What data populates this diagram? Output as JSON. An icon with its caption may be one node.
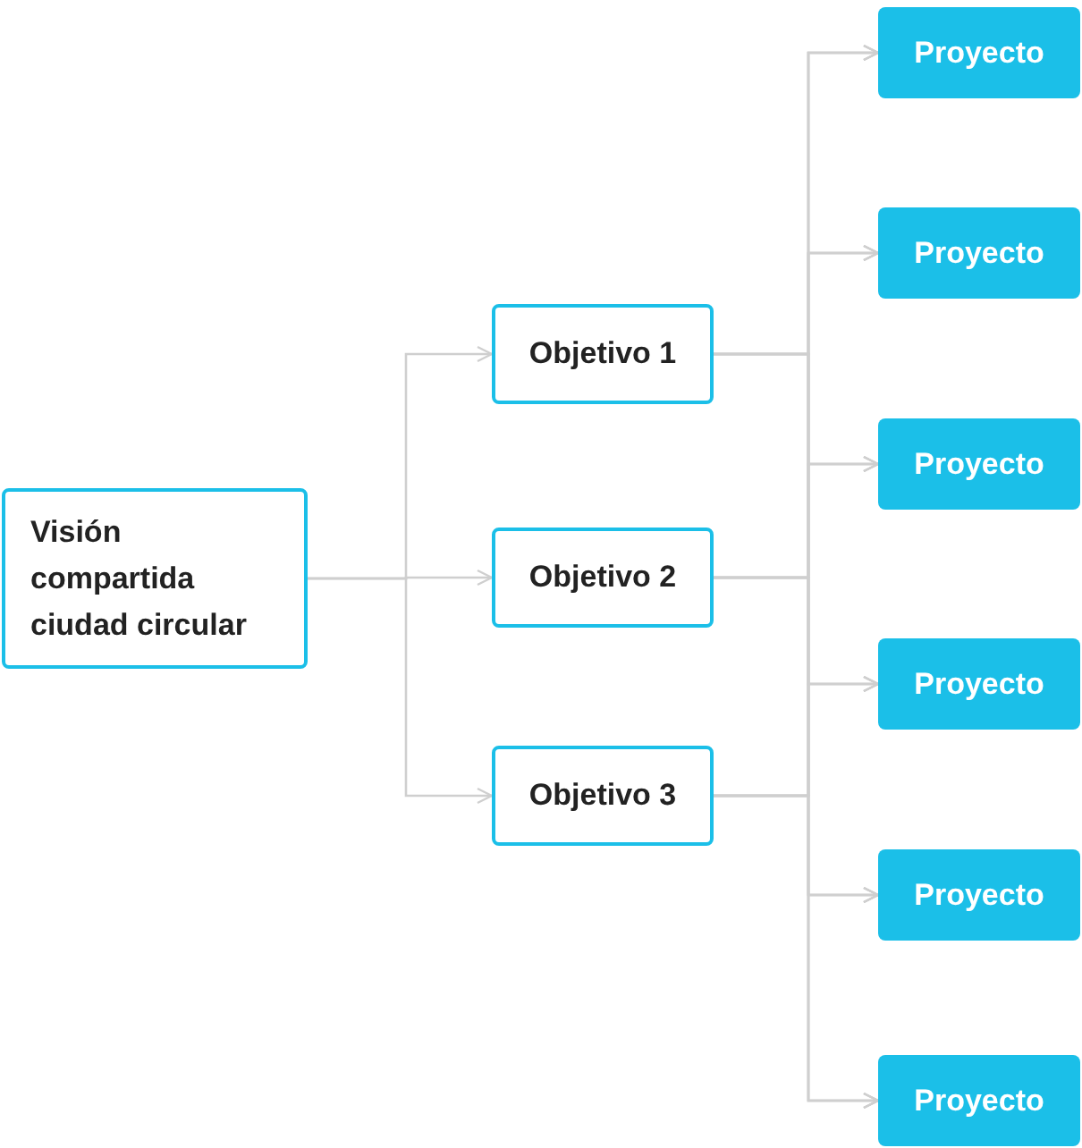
{
  "diagram": {
    "nodes": [
      {
        "text": [
          "Visión compartida ciudad circular"
        ]
      },
      {
        "text": [
          "Objetivo 1"
        ]
      },
      {
        "text": [
          "Objetivo 2"
        ]
      },
      {
        "text": [
          "Objetivo 3"
        ]
      },
      {
        "text": [
          "Proyecto"
        ]
      },
      {
        "text": [
          "Proyecto"
        ]
      },
      {
        "text": [
          "Proyecto"
        ]
      },
      {
        "text": [
          "Proyecto"
        ]
      },
      {
        "text": [
          "Proyecto"
        ]
      },
      {
        "text": [
          "Proyecto"
        ]
      }
    ],
    "edges": [
      {
        "from": 0,
        "to": 1,
        "arrow": "to"
      },
      {
        "from": 0,
        "to": 2,
        "arrow": "to"
      },
      {
        "from": 0,
        "to": 3,
        "arrow": "to"
      },
      {
        "from": 1,
        "to": 4,
        "arrow": "to"
      },
      {
        "from": 1,
        "to": 5,
        "arrow": "to"
      },
      {
        "from": 1,
        "to": 6,
        "arrow": "to"
      },
      {
        "from": 1,
        "to": 7,
        "arrow": "to"
      },
      {
        "from": 1,
        "to": 8,
        "arrow": "to"
      },
      {
        "from": 1,
        "to": 9,
        "arrow": "to"
      },
      {
        "from": 2,
        "to": 4,
        "arrow": "to"
      },
      {
        "from": 2,
        "to": 5,
        "arrow": "to"
      },
      {
        "from": 2,
        "to": 6,
        "arrow": "to"
      },
      {
        "from": 2,
        "to": 7,
        "arrow": "to"
      },
      {
        "from": 2,
        "to": 8,
        "arrow": "to"
      },
      {
        "from": 2,
        "to": 9,
        "arrow": "to"
      },
      {
        "from": 3,
        "to": 4,
        "arrow": "to"
      },
      {
        "from": 3,
        "to": 5,
        "arrow": "to"
      },
      {
        "from": 3,
        "to": 6,
        "arrow": "to"
      },
      {
        "from": 3,
        "to": 7,
        "arrow": "to"
      },
      {
        "from": 3,
        "to": 8,
        "arrow": "to"
      },
      {
        "from": 3,
        "to": 9,
        "arrow": "to"
      }
    ]
  }
}
